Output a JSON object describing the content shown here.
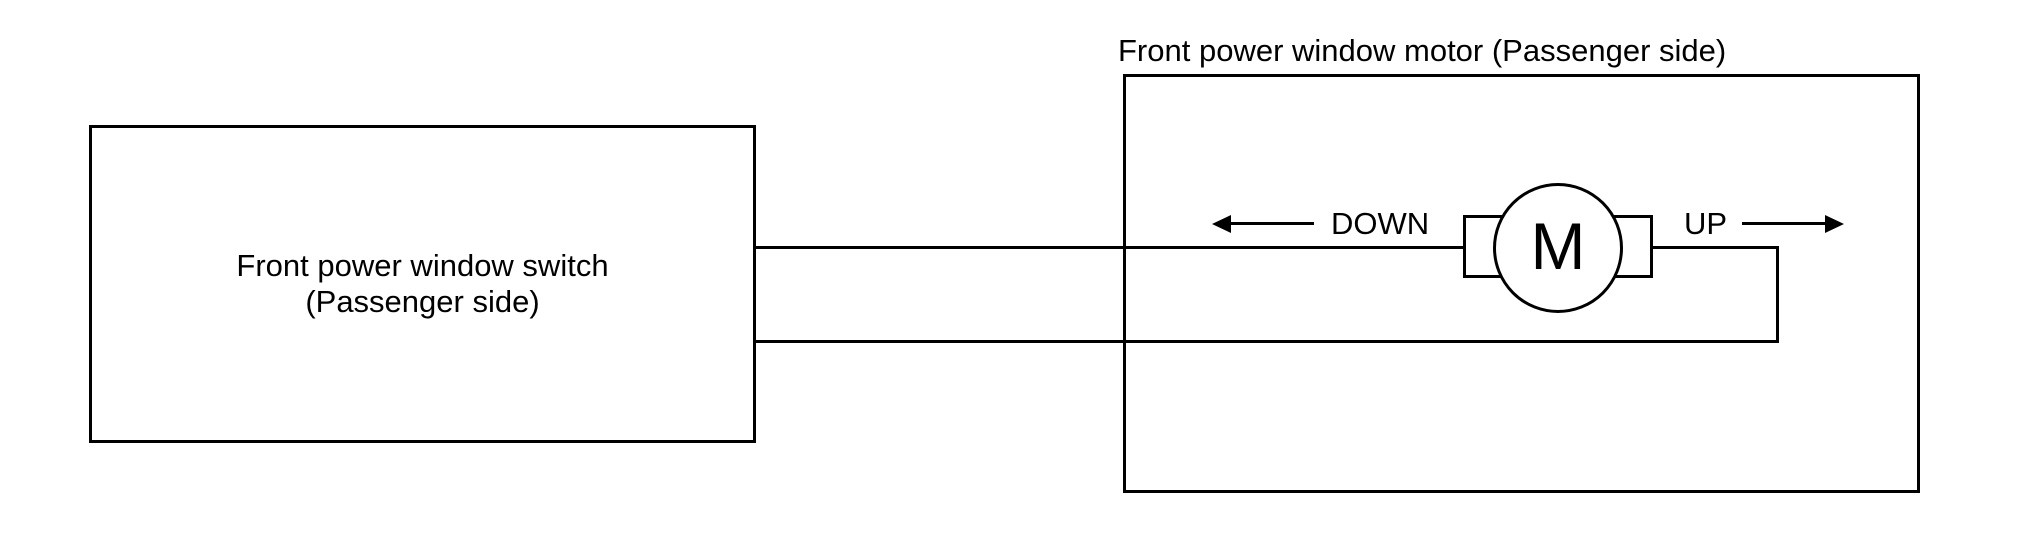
{
  "colors": {
    "line": "#000000",
    "background": "#ffffff"
  },
  "switch_box": {
    "label_line1": "Front power window switch",
    "label_line2": "(Passenger side)"
  },
  "motor_box": {
    "title": "Front power window motor (Passenger side)"
  },
  "motor": {
    "symbol": "M"
  },
  "arrows": {
    "down_label": "DOWN",
    "up_label": "UP"
  }
}
